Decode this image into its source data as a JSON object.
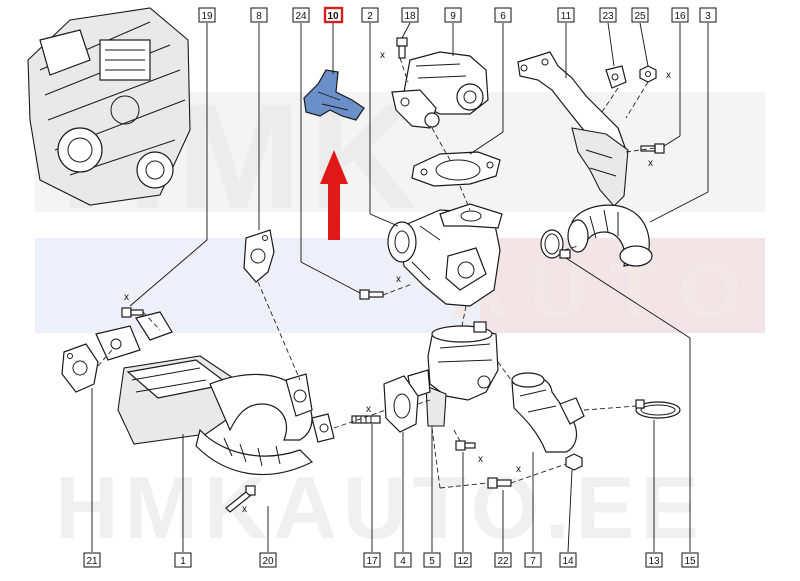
{
  "watermark": {
    "brand": "HMK",
    "brand_sub": "AUTO",
    "footer": "HMKAUTO.EE",
    "colors": {
      "light": "#f1f1f1",
      "red": "#f4d6d6",
      "blue": "#d5dcef"
    }
  },
  "callouts": {
    "l1": "1",
    "l2": "2",
    "l3": "3",
    "l4": "4",
    "l5": "5",
    "l6": "6",
    "l7": "7",
    "l8": "8",
    "l9": "9",
    "l10": "10",
    "l11": "11",
    "l12": "12",
    "l13": "13",
    "l14": "14",
    "l15": "15",
    "l16": "16",
    "l17": "17",
    "l18": "18",
    "l19": "19",
    "l20": "20",
    "l21": "21",
    "l22": "22",
    "l23": "23",
    "l24": "24",
    "l25": "25"
  },
  "highlight": {
    "part": "10",
    "box_color": "#d42020",
    "arrow_color": "#e01818",
    "part_color": "#6b8fc9"
  },
  "marks": {
    "x": "x"
  }
}
